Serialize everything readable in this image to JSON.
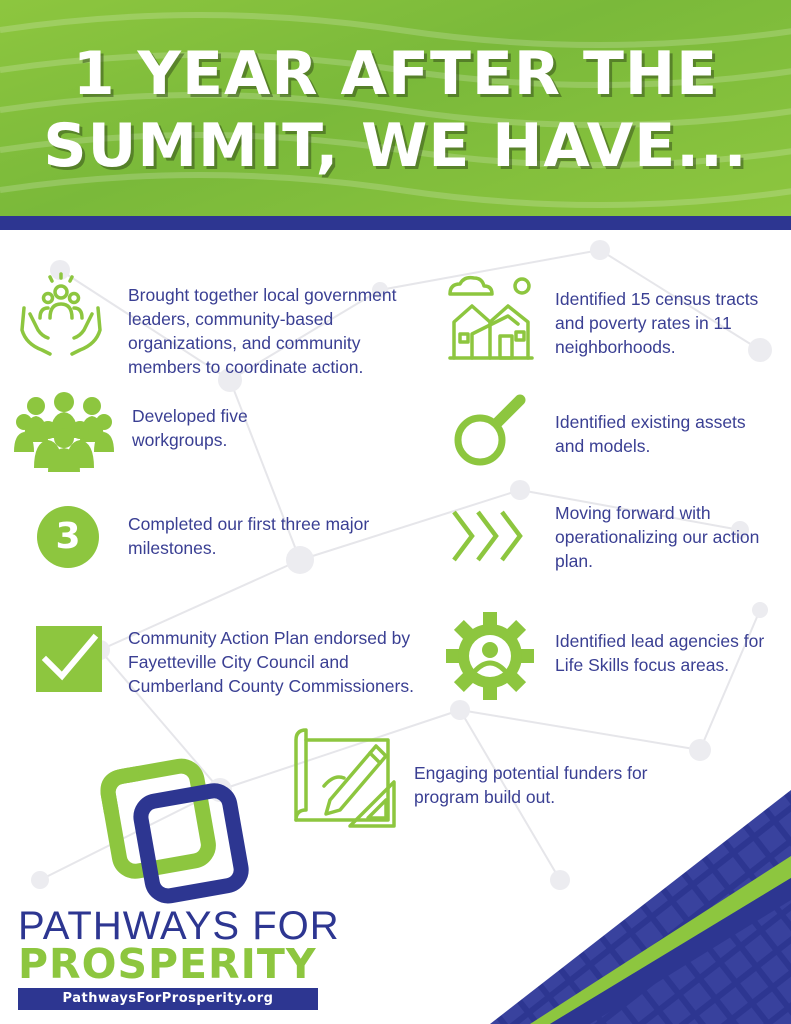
{
  "header": {
    "title_line1": "1 YEAR AFTER THE",
    "title_line2": "SUMMIT, WE HAVE..."
  },
  "colors": {
    "green": "#8dc63f",
    "blue": "#2d3691",
    "text": "#3a3f93"
  },
  "items": [
    {
      "icon": "community-hands-icon",
      "text": "Brought together local government leaders, community-based organizations, and community members to coordinate action."
    },
    {
      "icon": "neighborhood-houses-icon",
      "text": "Identified 15 census tracts and poverty rates in 11 neighborhoods."
    },
    {
      "icon": "group-icon",
      "text": "Developed five workgroups."
    },
    {
      "icon": "magnifier-icon",
      "text": "Identified existing assets and models."
    },
    {
      "icon": "number-three-badge",
      "badge": "3",
      "text": "Completed our first three major milestones."
    },
    {
      "icon": "chevrons-right-icon",
      "text": "Moving forward with operationalizing our action plan."
    },
    {
      "icon": "checkbox-icon",
      "text": "Community Action Plan endorsed by Fayetteville City Council and Cumberland County Commissioners."
    },
    {
      "icon": "gear-person-icon",
      "text": "Identified lead agencies for Life Skills focus areas."
    },
    {
      "icon": "blueprint-pencil-icon",
      "text": "Engaging potential funders for program build out."
    }
  ],
  "brand": {
    "line1": "PATHWAYS FOR",
    "line2": "PROSPERITY",
    "url": "PathwaysForProsperity.org"
  }
}
